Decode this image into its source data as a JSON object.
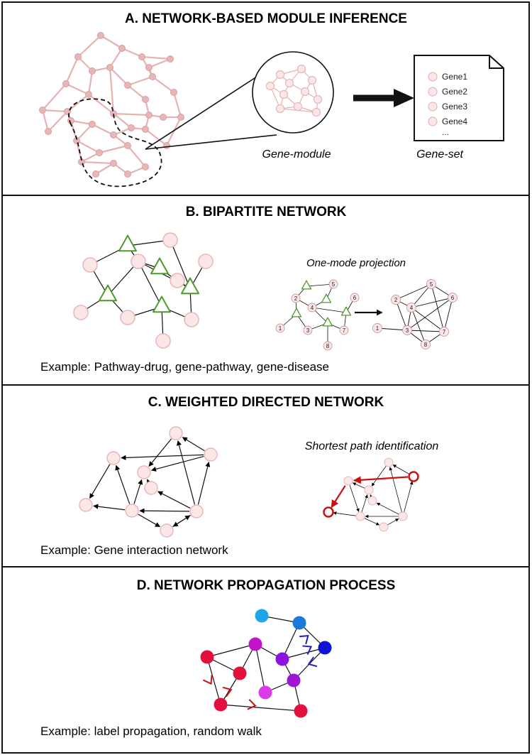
{
  "panels": [
    {
      "id": "A",
      "title": "A. NETWORK-BASED MODULE INFERENCE",
      "zoom_label": "Gene-module",
      "geneset_label": "Gene-set",
      "genes": [
        "Gene1",
        "Gene2",
        "Gene3",
        "Gene4"
      ],
      "ellipsis": "..."
    },
    {
      "id": "B",
      "title": "B. BIPARTITE NETWORK",
      "projection_label": "One-mode projection",
      "node_numbers": [
        "1",
        "2",
        "3",
        "4",
        "5",
        "6",
        "7",
        "8"
      ],
      "example": "Example: Pathway-drug, gene-pathway, gene-disease"
    },
    {
      "id": "C",
      "title": "C. WEIGHTED DIRECTED NETWORK",
      "shortest_label": "Shortest path identification",
      "example": "Example: Gene interaction network"
    },
    {
      "id": "D",
      "title": "D. NETWORK PROPAGATION PROCESS",
      "example": "Example: label propagation, random walk"
    }
  ],
  "colors": {
    "node_pink_fill": "#fbe7e7",
    "node_pink_stroke": "#e7b6b6",
    "edge_pink": "#e6b3b3",
    "triangle_green": "#4c9a2a",
    "highlight_red": "#cc1111",
    "propagation_blue": "#1f1fbf"
  }
}
